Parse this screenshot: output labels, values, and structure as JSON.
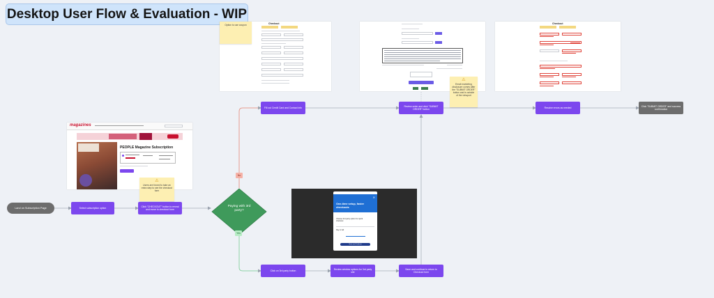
{
  "title": "Desktop User Flow & Evaluation - WIP",
  "nodes": {
    "start": "Land on Subscription Page",
    "select_option": "Select subscription option",
    "click_checkout": "Click \"CHECKOUT\" button to reveal and move to checkout form",
    "decision": "Paying with 3rd party?",
    "fill_card": "Fill out Credit Card and Contact info",
    "review_order": "Review order and click \"SUBMIT ORDER\" button",
    "resolve_errors": "Resolve errors as needed",
    "end": "Click \"SUBMIT ORDER\" and success confirmation",
    "click_3rd_party": "Click on 3rd party button",
    "review_options": "Review window options for 3rd party site",
    "save_continue": "Save and continue to return to Checkout form"
  },
  "tags": {
    "no": "No",
    "yes": "Yes"
  },
  "stickies": {
    "scroll_note": "Users are forced to take an extra step to see the checkout form",
    "email_note": "Email marketing disclosure comes after the \"SUBMIT ORDER\" button and is outside of the viewport",
    "top_note": "Option to use coupon"
  },
  "mockups": {
    "checkout_title": "Checkout",
    "site_brand": "magazines",
    "product_title": "PEOPLE Magazine Subscription",
    "modal_heading": "One-time setup, faster checkouts",
    "modal_item1": "Choose 3rd party option for quick checkout",
    "modal_item2": "Pay in full",
    "modal_button": "Save and Continue"
  },
  "colors": {
    "step": "#7c47ee",
    "terminal": "#6d6d6d",
    "decision": "#3f9a5b",
    "sticky": "#fdefb2",
    "title_bg": "#cfe4fb",
    "connector_no": "#e79b8e",
    "connector_yes": "#8fd3a7",
    "connector": "#b8bec8"
  }
}
